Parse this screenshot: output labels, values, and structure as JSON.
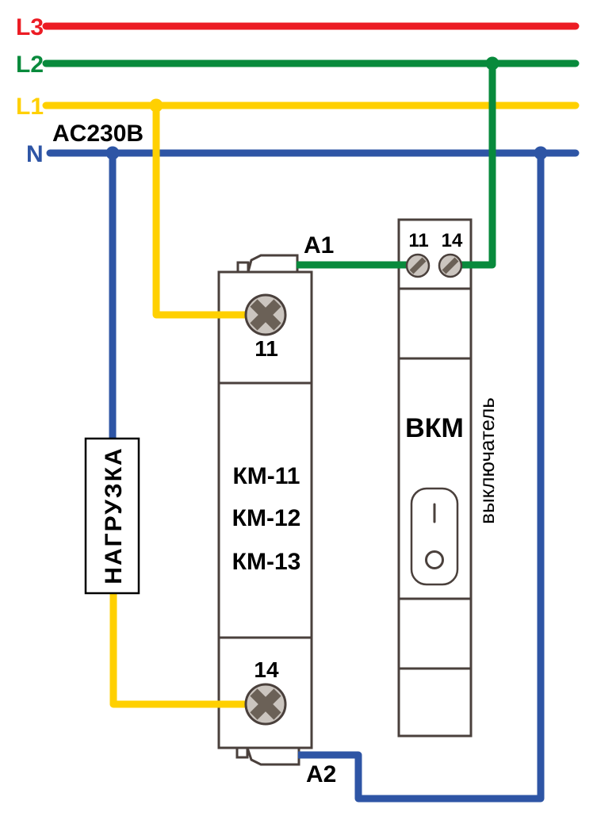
{
  "colors": {
    "phase-red": "#EC1C24",
    "phase-green": "#088A3C",
    "phase-yellow": "#FFD000",
    "neutral-blue": "#2E55A5",
    "outline": "#4A403C",
    "screw-fill": "#CBC5BF",
    "screw-cross": "#6B6157"
  },
  "rails": {
    "l3_label": "L3",
    "l2_label": "L2",
    "l1_label": "L1",
    "n_label": "N",
    "voltage_label": "AC230B"
  },
  "contactor": {
    "coil_terminal_top": "A1",
    "coil_terminal_bottom": "A2",
    "contact_terminal_top": "11",
    "contact_terminal_bottom": "14",
    "models": [
      "КМ-11",
      "КМ-12",
      "КМ-13"
    ]
  },
  "switch": {
    "name": "ВКМ",
    "caption": "выключатель",
    "terminal_left": "11",
    "terminal_right": "14",
    "on_mark": "I",
    "off_mark": "O"
  },
  "load": {
    "label": "НАГРУЗКА"
  }
}
